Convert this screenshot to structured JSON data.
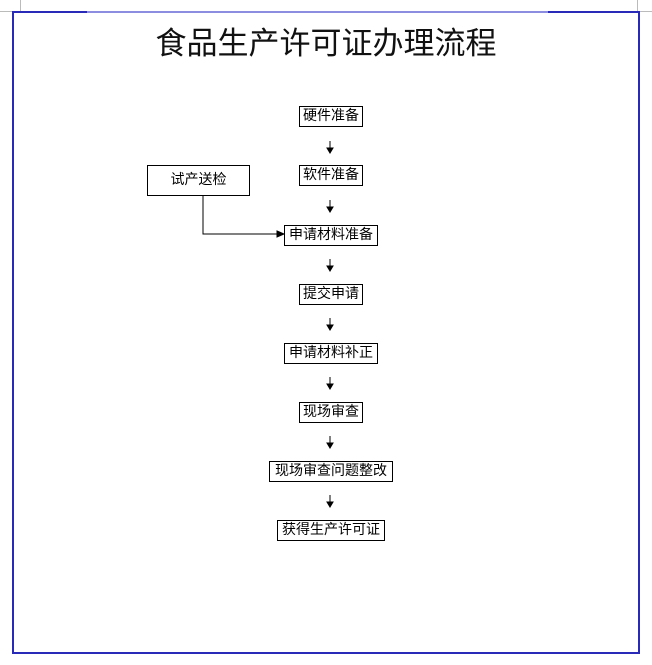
{
  "title": "食品生产许可证办理流程",
  "side_step": "试产送检",
  "steps": [
    "硬件准备",
    "软件准备",
    "申请材料准备",
    "提交申请",
    "申请材料补正",
    "现场审查",
    "现场审查问题整改",
    "获得生产许可证"
  ]
}
